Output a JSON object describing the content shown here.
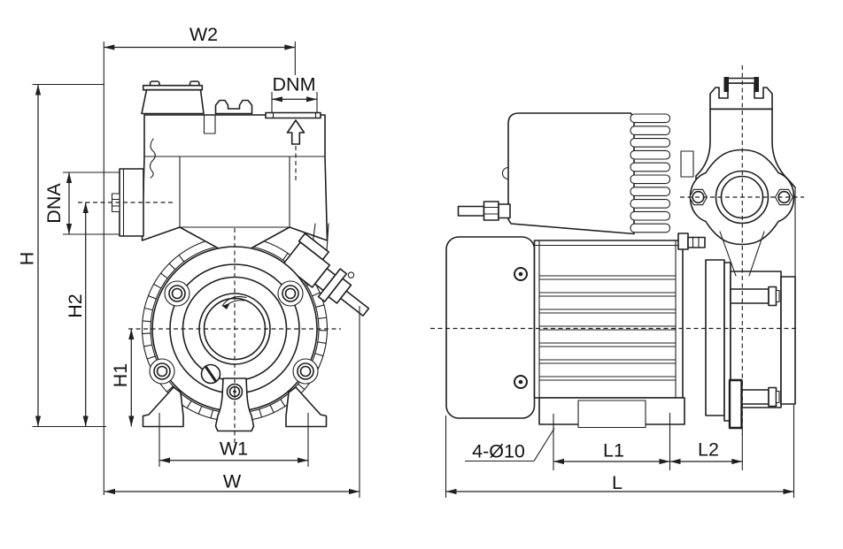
{
  "colors": {
    "line": "#1f1f1f",
    "background": "#ffffff"
  },
  "front_view": {
    "dim_labels": {
      "w2": "W2",
      "dnm": "DNM",
      "dna": "DNA",
      "h": "H",
      "h2": "H2",
      "h1": "H1",
      "w1": "W1",
      "w": "W"
    }
  },
  "side_view": {
    "dim_labels": {
      "mounting_holes": "4-Ø10",
      "l1": "L1",
      "l2": "L2",
      "l": "L"
    }
  }
}
